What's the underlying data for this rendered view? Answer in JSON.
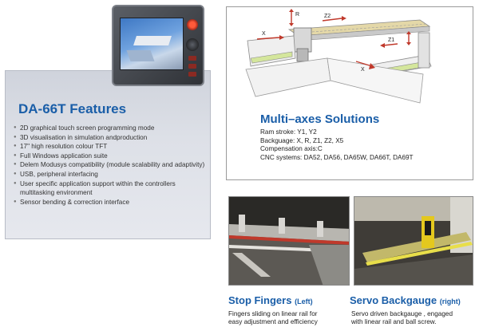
{
  "features": {
    "title": "DA-66T Features",
    "items": [
      "2D graphical touch screen programming mode",
      "3D visualisation in simulation andproduction",
      "17\" high resolution colour TFT",
      "Full Windows application suite",
      "Delem Modusys compatibility (module scalability and adaptivity)",
      "USB, peripheral interfacing",
      "User specific application support within the controllers multitasking environment",
      "Sensor bending & correction interface"
    ]
  },
  "axes": {
    "title": "Multi–axes Solutions",
    "lines": [
      "Ram stroke: Y1, Y2",
      "Backguage: X, R, Z1, Z2, X5",
      "Compensation axis:C",
      "CNC systems: DA52, DA56, DA65W, DA66T, DA69T"
    ],
    "labels": {
      "r": "R",
      "z2": "Z2",
      "x_left": "X",
      "z1": "Z1",
      "x_right": "X"
    }
  },
  "stop_fingers": {
    "title": "Stop Fingers",
    "suffix": "(Left)",
    "desc": [
      "Fingers sliding on linear rail for",
      "easy adjustment and efficiency"
    ]
  },
  "servo": {
    "title": "Servo Backgauge",
    "suffix": "(right)",
    "desc": [
      "Servo driven backgauge , engaged",
      "with linear rail and ball screw."
    ]
  },
  "colors": {
    "accent": "#1a5ea8",
    "panel_bg": "#dde0e7"
  }
}
